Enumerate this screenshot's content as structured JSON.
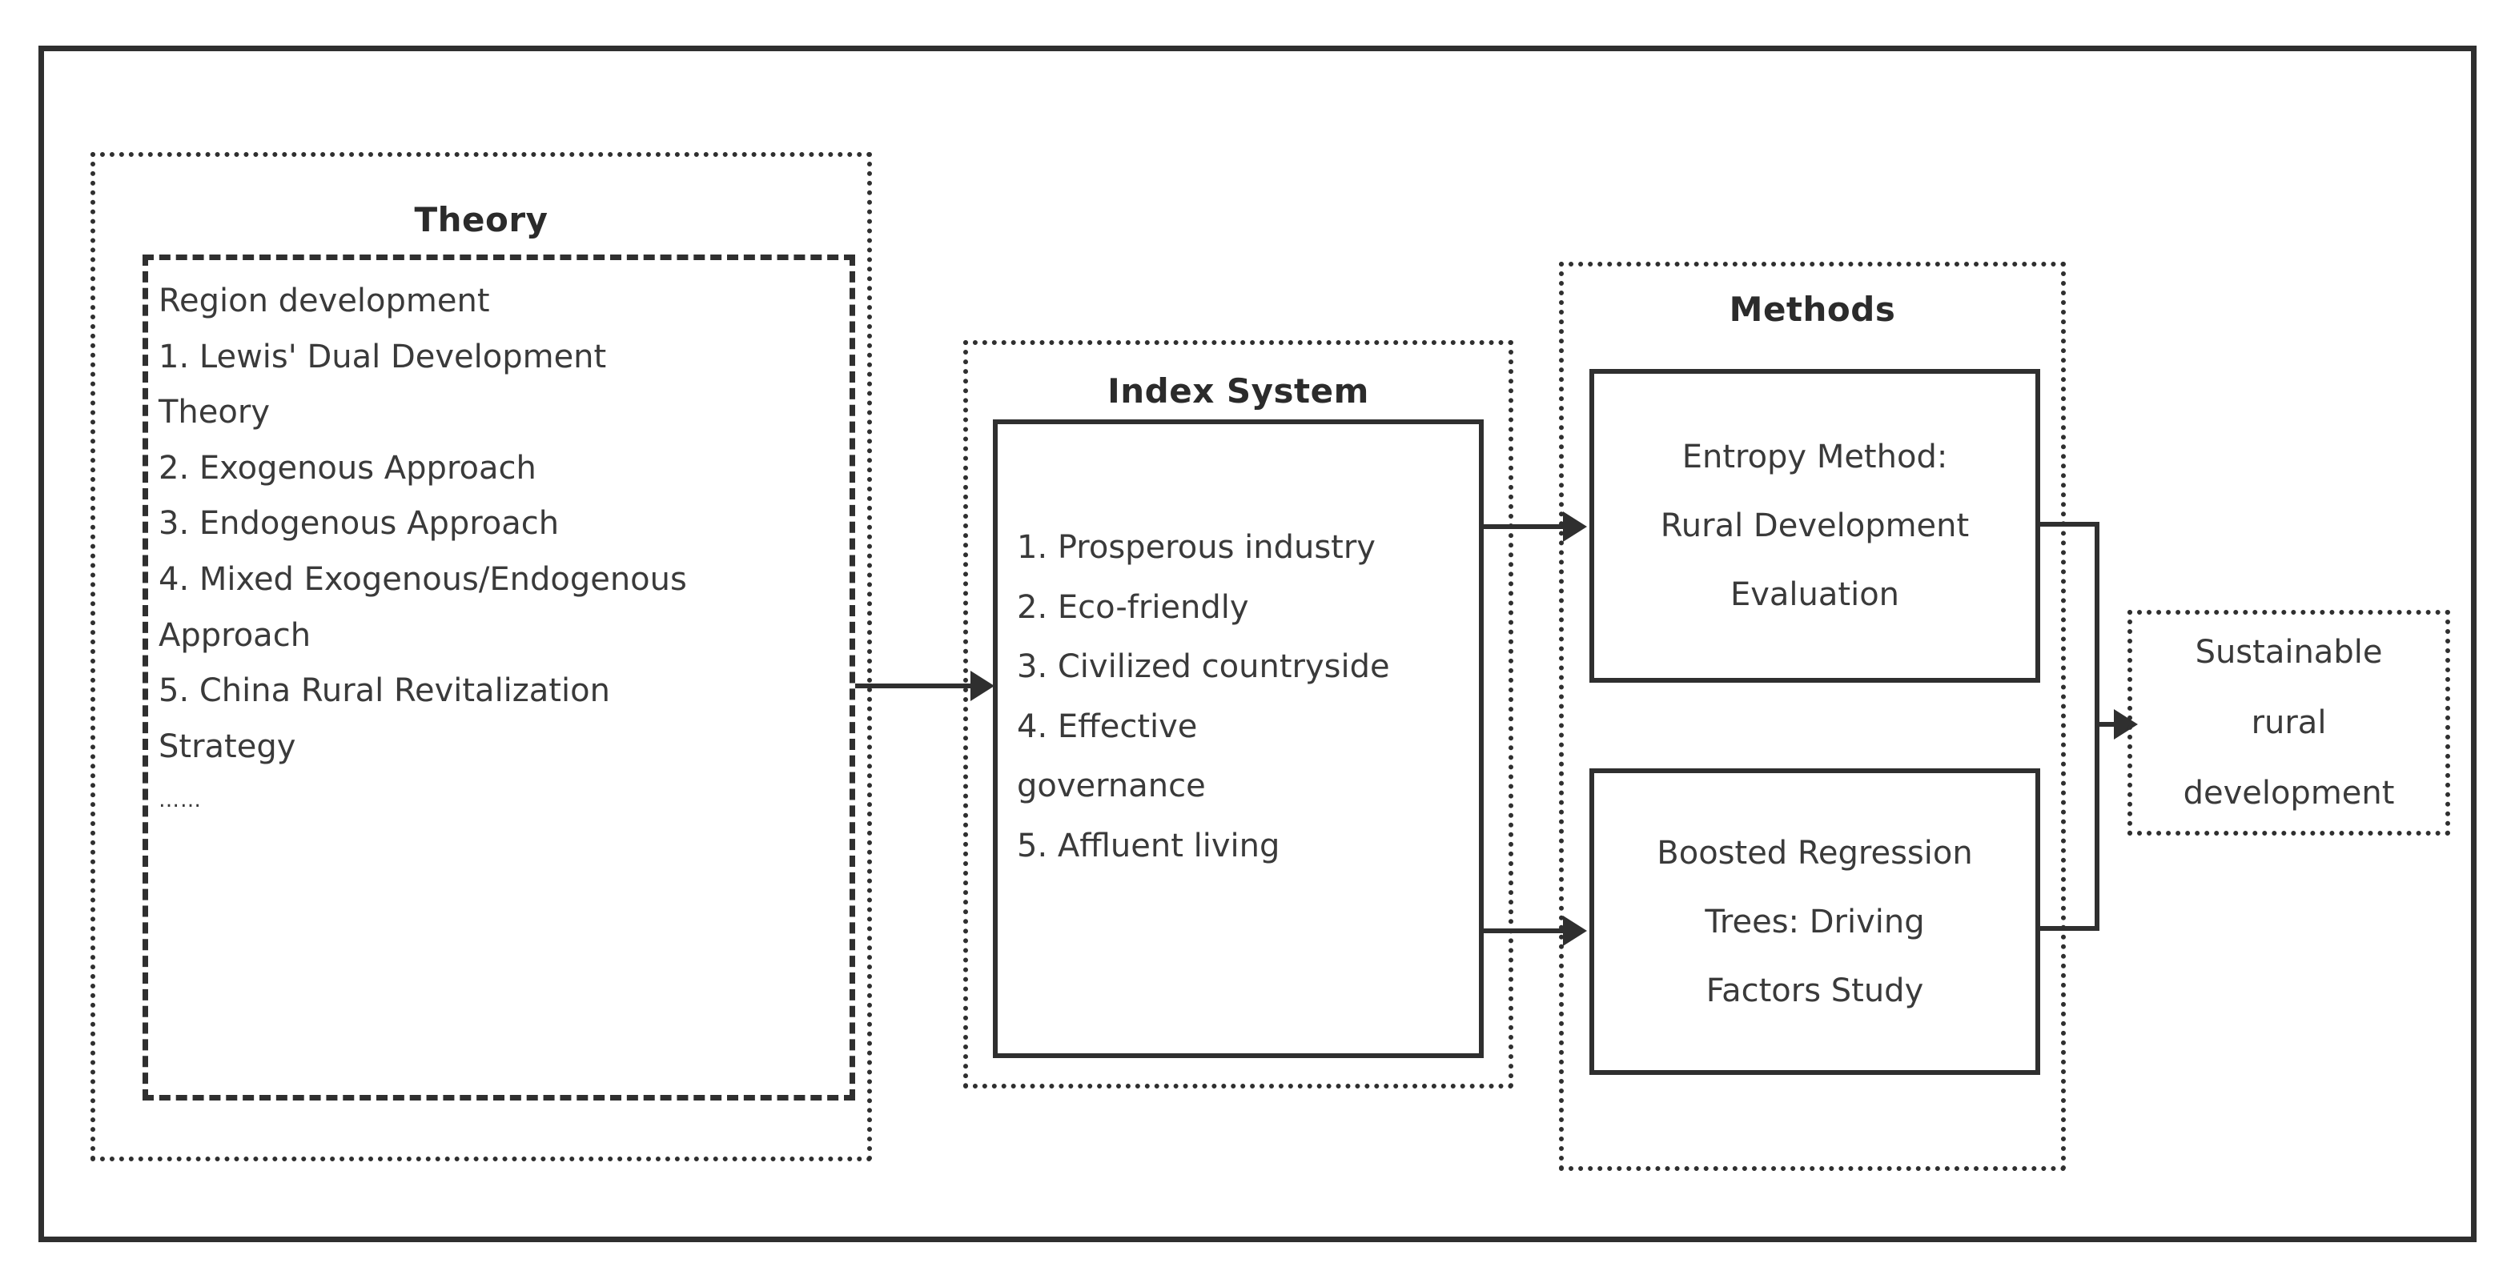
{
  "diagram": {
    "theory": {
      "title": "Theory",
      "lines": [
        "Region development",
        "1. Lewis' Dual Development",
        "Theory",
        "2. Exogenous Approach",
        "3. Endogenous Approach",
        "4. Mixed Exogenous/Endogenous",
        "Approach",
        "5. China Rural Revitalization",
        "Strategy",
        "……"
      ]
    },
    "index_system": {
      "title": "Index System",
      "lines": [
        "1. Prosperous industry",
        "2. Eco-friendly",
        "3. Civilized countryside",
        "4. Effective",
        "governance",
        "5. Affluent living"
      ]
    },
    "methods": {
      "title": "Methods",
      "entropy_method": {
        "lines": [
          "Entropy Method:",
          "Rural Development",
          "Evaluation"
        ]
      },
      "boosted_regression_trees": {
        "lines": [
          "Boosted Regression",
          "Trees: Driving",
          "Factors Study"
        ]
      }
    },
    "outcome": {
      "lines": [
        "Sustainable",
        "rural",
        "development"
      ]
    },
    "colors": {
      "line": "#2f2f2f",
      "text": "#3a3a3a",
      "background": "#ffffff"
    }
  }
}
